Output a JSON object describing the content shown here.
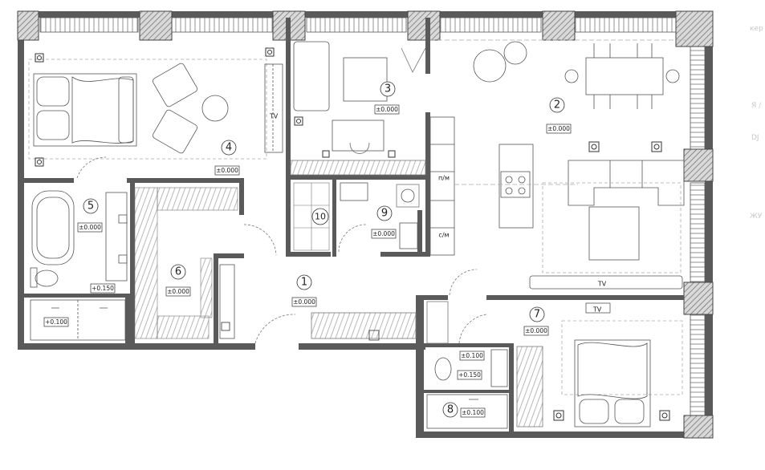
{
  "rooms": [
    {
      "number": "1",
      "level": "±0.000"
    },
    {
      "number": "2",
      "level": "±0.000"
    },
    {
      "number": "3",
      "level": "±0.000"
    },
    {
      "number": "4",
      "level": "±0.000"
    },
    {
      "number": "5",
      "level": "±0.000"
    },
    {
      "number": "6",
      "level": "±0.000"
    },
    {
      "number": "7",
      "level": "±0.000"
    },
    {
      "number": "8",
      "level": "±0.100"
    },
    {
      "number": "9",
      "level": "±0.000"
    },
    {
      "number": "10",
      "level": ""
    }
  ],
  "level_marks": {
    "bath5_shower": "+0.150",
    "bath5_corridor": "+0.100",
    "bath8_shower": "+0.150"
  },
  "labels": {
    "tv_bedroom4": "TV",
    "tv_living": "TV",
    "tv_bedroom7": "TV",
    "fridge": "п/м",
    "dishwasher": "с/м"
  },
  "edge_text": {
    "t1": "кер",
    "t2": "Я /",
    "t3": "DJ",
    "t4": "ЖУ"
  },
  "colors": {
    "wall": "#555555",
    "hatch": "#8a8a8a",
    "line": "#333333",
    "thin": "#888888"
  }
}
